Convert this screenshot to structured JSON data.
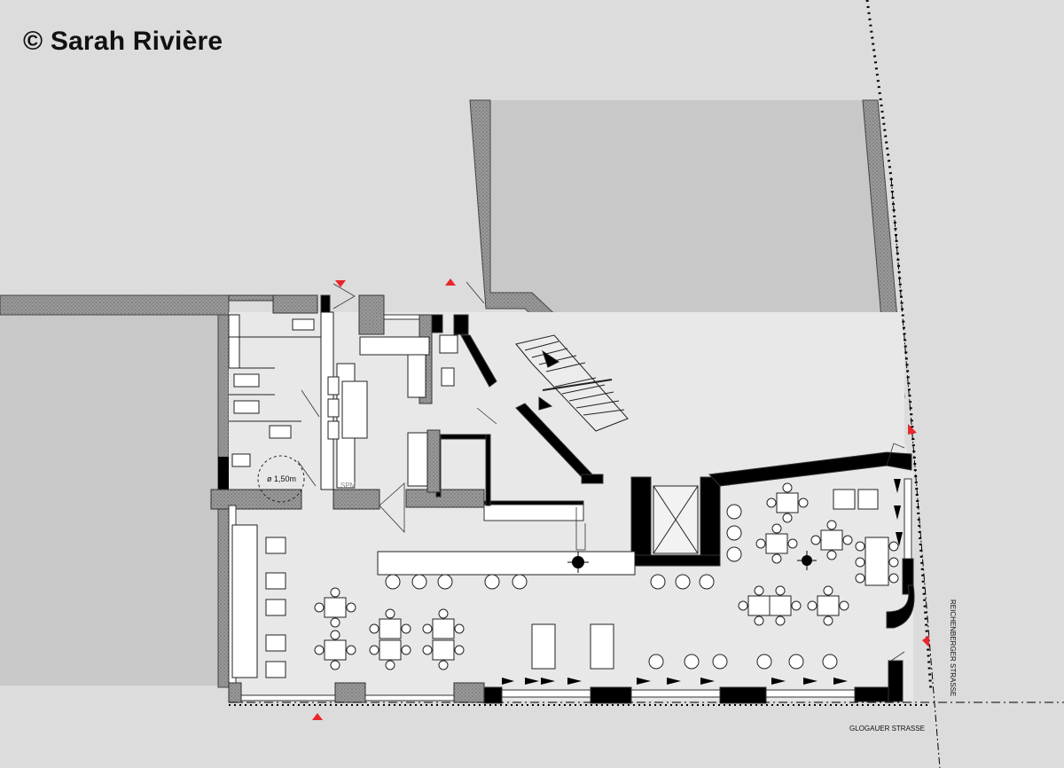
{
  "copyright": "© Sarah Rivière",
  "streets": {
    "east": "REICHENBERGER STRASSE",
    "south": "GLOGAUER STRASSE"
  },
  "annotations": {
    "turning_circle": "ø 1,50m",
    "spm": "SPM"
  },
  "colors": {
    "background": "#dcdcdc",
    "hatched_wall": "#8a8a8a",
    "solid_wall": "#000000",
    "interior_floor": "#e8e8e8",
    "marker": "#e8262a",
    "neighbour_fill": "#c8c8c8"
  }
}
